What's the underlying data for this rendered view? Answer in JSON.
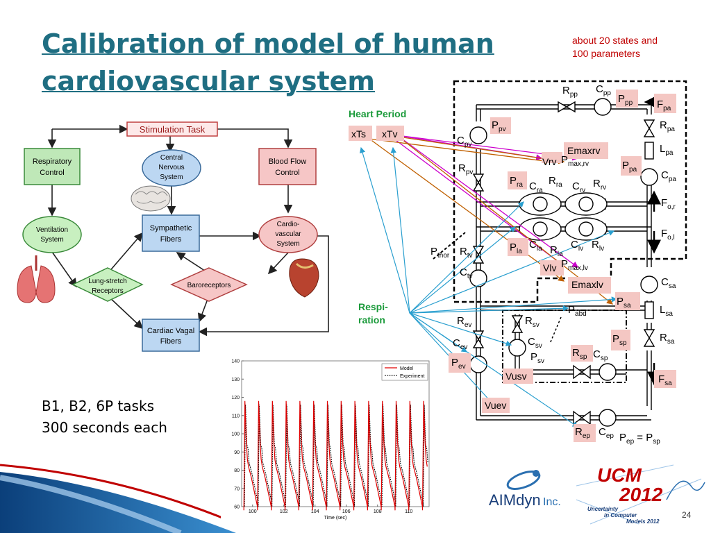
{
  "slide": {
    "title": "Calibration of model of human cardiovascular system",
    "note_line1": "about 20 states and",
    "note_line2": "100 parameters",
    "tasks_line1": "B1, B2, 6P tasks",
    "tasks_line2": "300 seconds each",
    "slide_number": "24"
  },
  "flowchart": {
    "stimulation": "Stimulation Task",
    "respiratory_1": "Respiratory",
    "respiratory_2": "Control",
    "cns_1": "Central",
    "cns_2": "Nervous",
    "cns_3": "System",
    "bloodflow_1": "Blood Flow",
    "bloodflow_2": "Control",
    "ventilation_1": "Ventilation",
    "ventilation_2": "System",
    "sympathetic_1": "Sympathetic",
    "sympathetic_2": "Fibers",
    "cardio_1": "Cardio-",
    "cardio_2": "vascular",
    "cardio_3": "System",
    "lung_1": "Lung-stretch",
    "lung_2": "Receptors",
    "baro": "Baroreceptors",
    "vagal_1": "Cardiac Vagal",
    "vagal_2": "Fibers"
  },
  "circuit": {
    "heart_period": "Heart Period",
    "xTs": "xTs",
    "xTv": "xTv",
    "respi_1": "Respi-",
    "respi_2": "ration",
    "emaxrv": "Emaxrv",
    "emaxlv": "Emaxlv",
    "vrv": "Vrv",
    "vlv": "Vlv",
    "vusv": "Vusv",
    "vuev": "Vuev",
    "Rpp": "R",
    "Rpp_s": "pp",
    "Cpp": "C",
    "Cpp_s": "pp",
    "Ppp": "P",
    "Ppp_s": "pp",
    "Fpa": "F",
    "Fpa_s": "pa",
    "Rpa": "R",
    "Rpa_s": "pa",
    "Lpa": "L",
    "Lpa_s": "pa",
    "Ppa": "P",
    "Ppa_s": "pa",
    "Cpa": "C",
    "Cpa_s": "pa",
    "For": "F",
    "For_s": "o,r",
    "Ppv": "P",
    "Ppv_s": "pv",
    "Cpv": "C",
    "Cpv_s": "pv",
    "Rpv": "R",
    "Rpv_s": "pv",
    "Pra": "P",
    "Pra_s": "ra",
    "Cra": "C",
    "Cra_s": "ra",
    "Rra": "R",
    "Rra_s": "ra",
    "Crv": "C",
    "Crv_s": "rv",
    "Rrv": "R",
    "Rrv_s": "rv",
    "Pmaxrv": "P",
    "Pmaxrv_s": "max,rv",
    "Pla": "P",
    "Pla_s": "la",
    "Cla": "C",
    "Cla_s": "la",
    "Rla": "R",
    "Rla_s": "la",
    "Clv": "C",
    "Clv_s": "lv",
    "Rlv": "R",
    "Rlv_s": "lv",
    "Pmaxlv": "P",
    "Pmaxlv_s": "max,lv",
    "Fol": "F",
    "Fol_s": "o,l",
    "Pthor": "P",
    "Pthor_s": "thor",
    "Rtv": "R",
    "Rtv_s": "tv",
    "Ctv": "C",
    "Ctv_s": "tv",
    "Csa": "C",
    "Csa_s": "sa",
    "Psa": "P",
    "Psa_s": "sa",
    "Lsa": "L",
    "Lsa_s": "sa",
    "Rsa": "R",
    "Rsa_s": "sa",
    "Fsa": "F",
    "Fsa_s": "sa",
    "Pabd": "P",
    "Pabd_s": "abd",
    "Rev": "R",
    "Rev_s": "ev",
    "Rsv": "R",
    "Rsv_s": "sv",
    "Cev": "C",
    "Cev_s": "ev",
    "Csv": "C",
    "Csv_s": "sv",
    "Psv": "P",
    "Psv_s": "sv",
    "Pev": "P",
    "Pev_s": "ev",
    "Rsp": "R",
    "Rsp_s": "sp",
    "Csp": "C",
    "Csp_s": "sp",
    "Psp": "P",
    "Psp_s": "sp",
    "Rep": "R",
    "Rep_s": "ep",
    "Cep": "C",
    "Cep_s": "ep",
    "Pep_eq": "P",
    "Pep_eq_s": "ep",
    "Pep_eq_mid": " = P",
    "Pep_eq_s2": "sp"
  },
  "chart_data": {
    "type": "line",
    "xlabel": "Time (sec)",
    "xlim": [
      99.3,
      111.3
    ],
    "ylim": [
      60,
      140
    ],
    "xticks": [
      100,
      102,
      104,
      106,
      108,
      110
    ],
    "yticks": [
      60,
      70,
      80,
      90,
      100,
      110,
      120,
      130,
      140
    ],
    "legend_position": "top-right",
    "series": [
      {
        "name": "Model",
        "color": "#e00000",
        "style": "solid"
      },
      {
        "name": "Experiment",
        "color": "#000000",
        "style": "dashed"
      }
    ],
    "beat_times": [
      99.44,
      100.32,
      101.2,
      102.08,
      102.96,
      103.84,
      104.72,
      105.6,
      106.48,
      107.36,
      108.24,
      109.12,
      110.0,
      110.88
    ],
    "model_peak": 118,
    "model_trough": 58,
    "experiment_peak": 116,
    "experiment_trough": 60
  },
  "logos": {
    "aimdyn": "AIMdyn",
    "aimdyn_inc": "Inc.",
    "ucm": "UCM",
    "ucm_year": "2012",
    "ucm_sub1": "Uncertainty",
    "ucm_sub2": "in Computer",
    "ucm_sub3": "Models 2012"
  },
  "colors": {
    "title": "#1f6e82",
    "magenta": "#cc00cc",
    "orange": "#c06000",
    "cyan": "#2a9fcf",
    "label_bg": "#f4c7c3",
    "green": "#1a9a3a"
  }
}
